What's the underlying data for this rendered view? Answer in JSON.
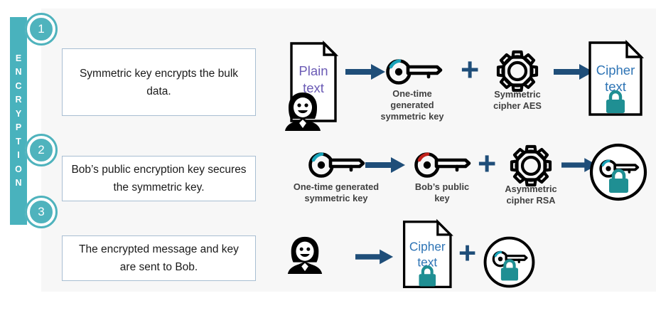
{
  "diagram": {
    "title": "ENCRYPTION",
    "side_bar_label": "ENCRYPTION",
    "side_bar_letters": [
      "E",
      "N",
      "C",
      "R",
      "Y",
      "P",
      "T",
      "I",
      "O",
      "N"
    ],
    "colors": {
      "teal": "#4fb3bd",
      "teal_bar": "#49b2bd",
      "lock_teal": "#1f8f93",
      "arrow_navy": "#1f4e79",
      "panel_bg": "#f7f7f7",
      "box_border": "#a8bed2",
      "caption_text": "#404040",
      "plain_text": "#6b5bb5",
      "cipher_text": "#2e74b5",
      "key_accent_teal": "#17a2b8",
      "key_accent_red": "#c0201a"
    }
  },
  "steps": [
    {
      "number": "1",
      "description": "Symmetric key encrypts the bulk data.",
      "nodes": [
        {
          "kind": "person-document",
          "doc_label_line1": "Plain",
          "doc_label_line2": "text",
          "doc_label_color": "plain",
          "caption": ""
        },
        {
          "kind": "arrow",
          "caption": ""
        },
        {
          "kind": "key",
          "accent": "teal",
          "caption": "One-time generated symmetric key"
        },
        {
          "kind": "plus",
          "caption": ""
        },
        {
          "kind": "gear",
          "caption": "Symmetric cipher AES"
        },
        {
          "kind": "arrow",
          "caption": ""
        },
        {
          "kind": "document-locked",
          "doc_label_line1": "Cipher",
          "doc_label_line2": "text",
          "doc_label_color": "cipher",
          "caption": ""
        }
      ]
    },
    {
      "number": "2",
      "description": "Bob’s public encryption key secures the symmetric key.",
      "nodes": [
        {
          "kind": "key",
          "accent": "teal",
          "caption": "One-time generated symmetric key"
        },
        {
          "kind": "arrow",
          "caption": ""
        },
        {
          "kind": "key",
          "accent": "red",
          "caption": "Bob’s public key"
        },
        {
          "kind": "plus",
          "caption": ""
        },
        {
          "kind": "gear",
          "caption": "Asymmetric cipher RSA"
        },
        {
          "kind": "arrow",
          "caption": ""
        },
        {
          "kind": "key-locked-circle",
          "accent": "teal",
          "caption": ""
        }
      ]
    },
    {
      "number": "3",
      "description": "The encrypted message and key are sent to Bob.",
      "nodes": [
        {
          "kind": "person",
          "caption": ""
        },
        {
          "kind": "arrow",
          "caption": ""
        },
        {
          "kind": "document-locked",
          "doc_label_line1": "Cipher",
          "doc_label_line2": "text",
          "doc_label_color": "cipher",
          "caption": ""
        },
        {
          "kind": "plus",
          "caption": ""
        },
        {
          "kind": "key-locked-circle",
          "accent": "teal",
          "caption": ""
        }
      ]
    }
  ],
  "captions": {
    "one_time_key_r1": "One-time\ngenerated\nsymmetric key",
    "one_time_key_r1_l1": "One-time",
    "one_time_key_r1_l2": "generated",
    "one_time_key_r1_l3": "symmetric key",
    "symmetric_cipher_l1": "Symmetric",
    "symmetric_cipher_l2": "cipher AES",
    "one_time_key_r2_l1": "One-time generated",
    "one_time_key_r2_l2": "symmetric key",
    "bobs_public_l1": "Bob’s public",
    "bobs_public_l2": "key",
    "asymmetric_l1": "Asymmetric",
    "asymmetric_l2": "cipher RSA"
  },
  "labels": {
    "plain_1": "Plain",
    "plain_2": "text",
    "cipher_1": "Cipher",
    "cipher_2": "text",
    "plus": "+"
  }
}
